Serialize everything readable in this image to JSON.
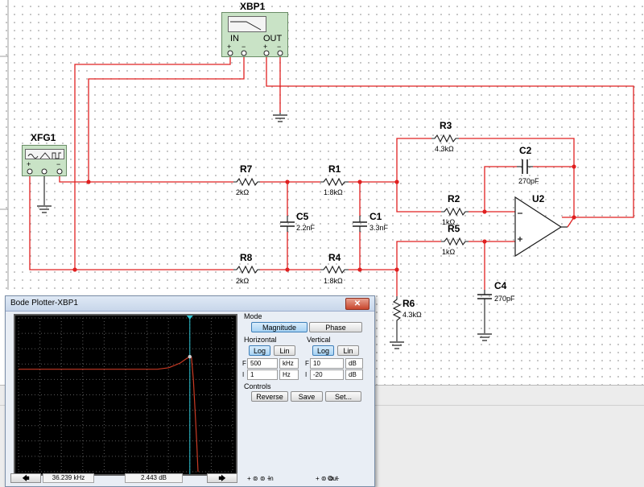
{
  "schematic": {
    "instruments": {
      "bode_plotter": {
        "name": "XBP1",
        "in_label": "IN",
        "out_label": "OUT",
        "plus": "+",
        "minus": "−"
      },
      "function_generator": {
        "name": "XFG1",
        "plus": "+",
        "minus": "−"
      }
    },
    "components": [
      {
        "ref": "R3",
        "value": "4.3kΩ"
      },
      {
        "ref": "C2",
        "value": "270pF"
      },
      {
        "ref": "R7",
        "value": "2kΩ"
      },
      {
        "ref": "R1",
        "value": "1.8kΩ"
      },
      {
        "ref": "R2",
        "value": "1kΩ"
      },
      {
        "ref": "U2",
        "value": ""
      },
      {
        "ref": "C5",
        "value": "2.2nF"
      },
      {
        "ref": "C1",
        "value": "3.3nF"
      },
      {
        "ref": "R5",
        "value": "1kΩ"
      },
      {
        "ref": "R8",
        "value": "2kΩ"
      },
      {
        "ref": "R4",
        "value": "1.8kΩ"
      },
      {
        "ref": "C4",
        "value": "270pF"
      },
      {
        "ref": "R6",
        "value": "4.3kΩ"
      }
    ],
    "colors": {
      "wire": "#e02020",
      "component": "#1a1a1a",
      "instrument_fill": "#c9e3c6"
    }
  },
  "bode_window": {
    "title": "Bode Plotter-XBP1",
    "close_symbol": "✕",
    "mode": {
      "label": "Mode",
      "buttons": [
        "Magnitude",
        "Phase"
      ],
      "active": "Magnitude"
    },
    "horizontal": {
      "label": "Horizontal",
      "buttons": [
        "Log",
        "Lin"
      ],
      "active": "Log",
      "final": {
        "prefix": "F",
        "value": "500",
        "unit": "kHz"
      },
      "initial": {
        "prefix": "I",
        "value": "1",
        "unit": "Hz"
      }
    },
    "vertical": {
      "label": "Vertical",
      "buttons": [
        "Log",
        "Lin"
      ],
      "active": "Log",
      "final": {
        "prefix": "F",
        "value": "10",
        "unit": "dB"
      },
      "initial": {
        "prefix": "I",
        "value": "-20",
        "unit": "dB"
      }
    },
    "controls": {
      "label": "Controls",
      "buttons": [
        "Reverse",
        "Save",
        "Set..."
      ]
    },
    "status": {
      "left_arrow": "🡄",
      "right_arrow": "🡆",
      "frequency": "36.239 kHz",
      "gain": "2.443 dB",
      "in_label": "In",
      "out_label": "Out",
      "in_terminals": "+ ⊚ ⊚ −",
      "out_terminals": "+ ⊚ ⊚ −"
    },
    "plot": {
      "background": "#000000",
      "grid_color": "#5a5a5a",
      "trace_color": "#c83a24",
      "cursor_color": "#2ec6d6",
      "grid_divisions": 10,
      "x_log_range_hz": [
        1,
        500000
      ],
      "y_range_db": [
        -20,
        10
      ],
      "cursor": {
        "frequency_khz": 36.239,
        "gain_db": 2.443
      },
      "trace_points": [
        [
          1,
          0
        ],
        [
          10,
          0
        ],
        [
          100,
          0
        ],
        [
          1000,
          0
        ],
        [
          5000,
          0
        ],
        [
          10000,
          0.3
        ],
        [
          20000,
          1.2
        ],
        [
          30000,
          2.1
        ],
        [
          36239,
          2.443
        ],
        [
          40000,
          2.4
        ],
        [
          45000,
          -2
        ],
        [
          50000,
          -8
        ],
        [
          55000,
          -14
        ],
        [
          60000,
          -20
        ]
      ]
    }
  }
}
